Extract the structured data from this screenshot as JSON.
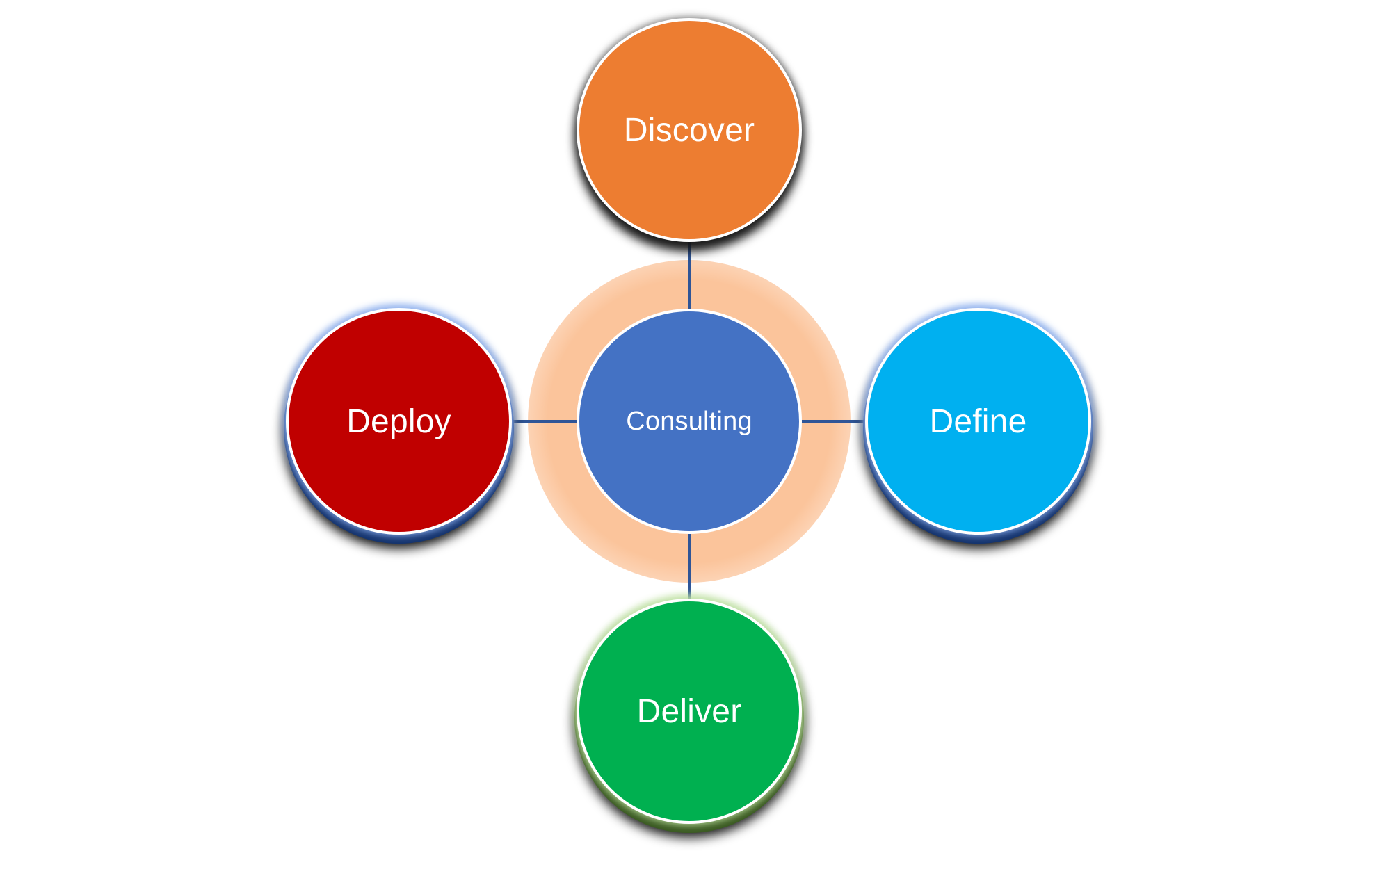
{
  "diagram": {
    "type": "hub-and-spoke",
    "center": {
      "label": "Consulting",
      "color": "#4472C4",
      "glow_color": "#FBC49B"
    },
    "nodes": [
      {
        "position": "top",
        "label": "Discover",
        "color": "#ED7D31",
        "glow_color": "#3C3C3C"
      },
      {
        "position": "right",
        "label": "Define",
        "color": "#00B0F0",
        "glow_color": "#8CAFF0"
      },
      {
        "position": "bottom",
        "label": "Deliver",
        "color": "#00B050",
        "glow_color": "#BEE1A0"
      },
      {
        "position": "left",
        "label": "Deploy",
        "color": "#C00000",
        "glow_color": "#8CAFF0"
      }
    ],
    "connector_color": "#2F5597",
    "border_color": "#FFFFFF"
  }
}
